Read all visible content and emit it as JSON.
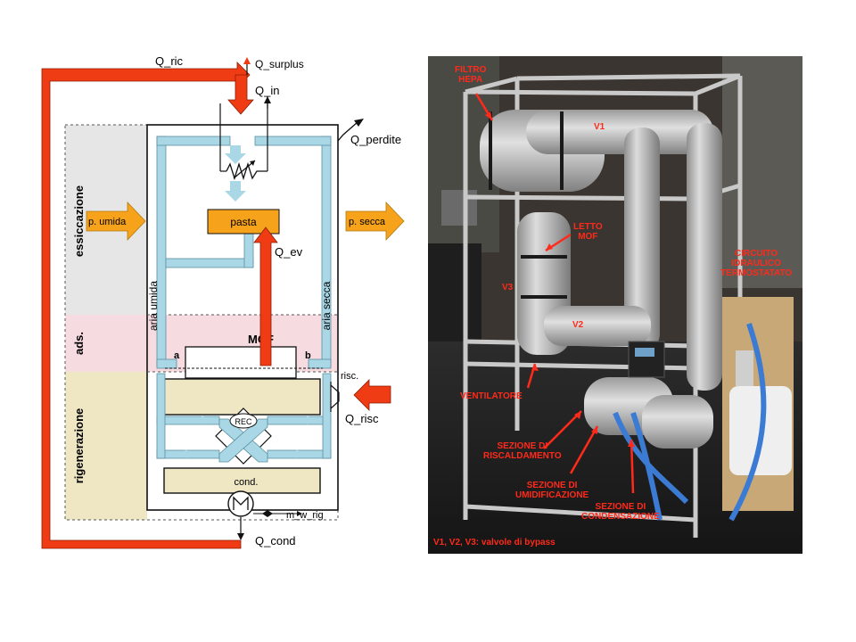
{
  "colors": {
    "heat_flow": "#f03c14",
    "product_flow": "#f7a21b",
    "air_flow": "#a9d7e6",
    "air_stroke": "#5a8fa0",
    "zone_drying": "#e6e6e6",
    "zone_adsorption": "#f6dbe0",
    "zone_regeneration": "#efe6c4",
    "photo_label": "#ff2a1a"
  },
  "diagram": {
    "heat_labels": {
      "q_ric": "Q_ric",
      "q_surplus": "Q_surplus",
      "q_in": "Q_in",
      "q_perdite": "Q_perdite",
      "q_ev": "Q_ev",
      "q_risc": "Q_risc",
      "q_cond": "Q_cond"
    },
    "zones": {
      "drying": "essiccazione",
      "adsorption": "ads.",
      "regeneration": "rigenerazione"
    },
    "components": {
      "wet_product": "p. umida",
      "dry_product": "p. secca",
      "paste": "pasta",
      "mof": "MOF",
      "port_a": "a",
      "port_b": "b",
      "heater": "risc.",
      "recuperator": "REC",
      "condenser": "cond.",
      "water_out": "m_w_rig"
    },
    "ducts": {
      "humid_air": "aria umida",
      "dry_air": "aria secca"
    }
  },
  "photo": {
    "labels": {
      "filtro": "FILTRO\nHEPA",
      "v1": "V1",
      "letto": "LETTO\nMOF",
      "circuito": "CIRCUITO\nIDRAULICO\nTERMOSTATATO",
      "v3": "V3",
      "v2": "V2",
      "ventilatore": "VENTILATORE",
      "riscaldamento": "SEZIONE DI\nRISCALDAMENTO",
      "umidificazione": "SEZIONE DI\nUMIDIFICAZIONE",
      "condensazione": "SEZIONE DI\nCONDENSAZIONE",
      "caption": "V1, V2, V3: valvole di bypass"
    }
  }
}
